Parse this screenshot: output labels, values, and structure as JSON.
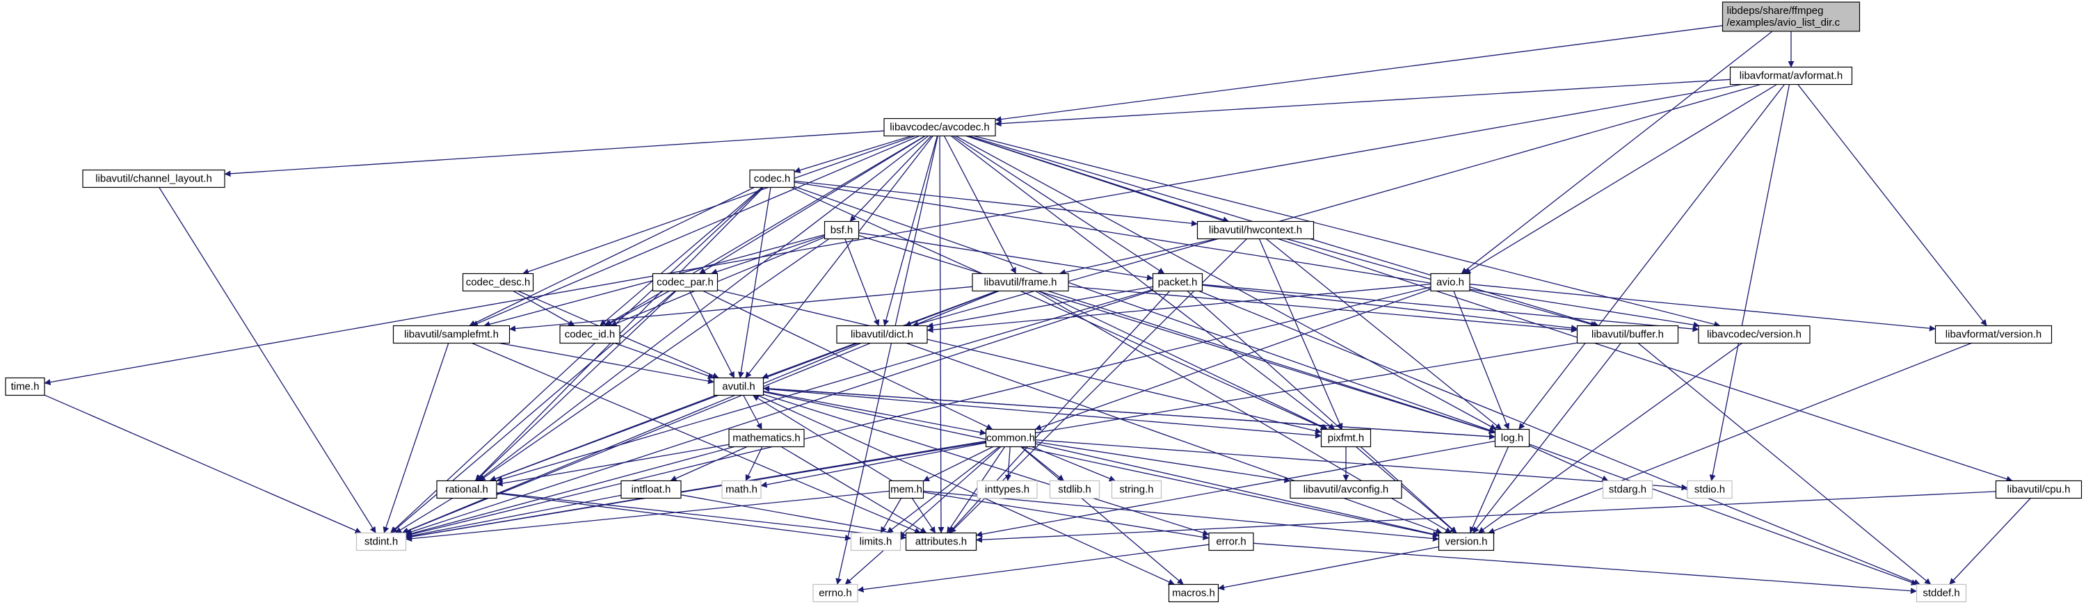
{
  "colors": {
    "edge": "#191970",
    "node_border": "#000000",
    "node_fill": "#ffffff",
    "node_border_system": "#bfbfbf",
    "node_text_system": "#555555",
    "root_fill": "#bfbfbf"
  },
  "graph": {
    "nodes": [
      {
        "id": "root",
        "lines": [
          "libdeps/share/ffmpeg",
          "/examples/avio_list_dir.c"
        ],
        "kind": "root"
      },
      {
        "id": "avformat",
        "lines": [
          "libavformat/avformat.h"
        ],
        "kind": "header"
      },
      {
        "id": "avcodec",
        "lines": [
          "libavcodec/avcodec.h"
        ],
        "kind": "header"
      },
      {
        "id": "time_h",
        "lines": [
          "time.h"
        ],
        "kind": "header"
      },
      {
        "id": "chlayout",
        "lines": [
          "libavutil/channel_layout.h"
        ],
        "kind": "header"
      },
      {
        "id": "codec_h",
        "lines": [
          "codec.h"
        ],
        "kind": "header"
      },
      {
        "id": "bsf_h",
        "lines": [
          "bsf.h"
        ],
        "kind": "header"
      },
      {
        "id": "hwcontext",
        "lines": [
          "libavutil/hwcontext.h"
        ],
        "kind": "header"
      },
      {
        "id": "codec_desc",
        "lines": [
          "codec_desc.h"
        ],
        "kind": "header"
      },
      {
        "id": "codec_par",
        "lines": [
          "codec_par.h"
        ],
        "kind": "header"
      },
      {
        "id": "frame_h",
        "lines": [
          "libavutil/frame.h"
        ],
        "kind": "header"
      },
      {
        "id": "packet_h",
        "lines": [
          "packet.h"
        ],
        "kind": "header"
      },
      {
        "id": "avio_h",
        "lines": [
          "avio.h"
        ],
        "kind": "header"
      },
      {
        "id": "samplefmt",
        "lines": [
          "libavutil/samplefmt.h"
        ],
        "kind": "header"
      },
      {
        "id": "codec_id",
        "lines": [
          "codec_id.h"
        ],
        "kind": "header"
      },
      {
        "id": "dict_h",
        "lines": [
          "libavutil/dict.h"
        ],
        "kind": "header"
      },
      {
        "id": "buffer_h",
        "lines": [
          "libavutil/buffer.h"
        ],
        "kind": "header"
      },
      {
        "id": "lavc_version",
        "lines": [
          "libavcodec/version.h"
        ],
        "kind": "header"
      },
      {
        "id": "lavf_version",
        "lines": [
          "libavformat/version.h"
        ],
        "kind": "header"
      },
      {
        "id": "avutil_h",
        "lines": [
          "avutil.h"
        ],
        "kind": "header"
      },
      {
        "id": "mathematics",
        "lines": [
          "mathematics.h"
        ],
        "kind": "header"
      },
      {
        "id": "common_h",
        "lines": [
          "common.h"
        ],
        "kind": "header"
      },
      {
        "id": "pixfmt_h",
        "lines": [
          "pixfmt.h"
        ],
        "kind": "header"
      },
      {
        "id": "log_h",
        "lines": [
          "log.h"
        ],
        "kind": "header"
      },
      {
        "id": "rational_h",
        "lines": [
          "rational.h"
        ],
        "kind": "header"
      },
      {
        "id": "intfloat",
        "lines": [
          "intfloat.h"
        ],
        "kind": "header"
      },
      {
        "id": "math_h",
        "lines": [
          "math.h"
        ],
        "kind": "system"
      },
      {
        "id": "mem_h",
        "lines": [
          "mem.h"
        ],
        "kind": "header"
      },
      {
        "id": "inttypes",
        "lines": [
          "inttypes.h"
        ],
        "kind": "system"
      },
      {
        "id": "stdlib",
        "lines": [
          "stdlib.h"
        ],
        "kind": "system"
      },
      {
        "id": "string_h",
        "lines": [
          "string.h"
        ],
        "kind": "system"
      },
      {
        "id": "avconfig",
        "lines": [
          "libavutil/avconfig.h"
        ],
        "kind": "header"
      },
      {
        "id": "stdarg",
        "lines": [
          "stdarg.h"
        ],
        "kind": "system"
      },
      {
        "id": "stdio",
        "lines": [
          "stdio.h"
        ],
        "kind": "system"
      },
      {
        "id": "cpu_h",
        "lines": [
          "libavutil/cpu.h"
        ],
        "kind": "header"
      },
      {
        "id": "stdint",
        "lines": [
          "stdint.h"
        ],
        "kind": "system"
      },
      {
        "id": "limits",
        "lines": [
          "limits.h"
        ],
        "kind": "system"
      },
      {
        "id": "attributes",
        "lines": [
          "attributes.h"
        ],
        "kind": "header"
      },
      {
        "id": "error_h",
        "lines": [
          "error.h"
        ],
        "kind": "header"
      },
      {
        "id": "version_h",
        "lines": [
          "version.h"
        ],
        "kind": "header"
      },
      {
        "id": "errno",
        "lines": [
          "errno.h"
        ],
        "kind": "system"
      },
      {
        "id": "macros",
        "lines": [
          "macros.h"
        ],
        "kind": "header"
      },
      {
        "id": "stddef",
        "lines": [
          "stddef.h"
        ],
        "kind": "system"
      }
    ],
    "edges": [
      [
        "root",
        "avformat"
      ],
      [
        "root",
        "avcodec"
      ],
      [
        "root",
        "avio_h"
      ],
      [
        "avformat",
        "avcodec"
      ],
      [
        "avformat",
        "time_h"
      ],
      [
        "avformat",
        "stdio"
      ],
      [
        "avformat",
        "avio_h"
      ],
      [
        "avformat",
        "lavf_version"
      ],
      [
        "avformat",
        "dict_h"
      ],
      [
        "avformat",
        "log_h"
      ],
      [
        "avcodec",
        "errno"
      ],
      [
        "avcodec",
        "chlayout"
      ],
      [
        "avcodec",
        "codec_h"
      ],
      [
        "avcodec",
        "codec_desc"
      ],
      [
        "avcodec",
        "codec_par"
      ],
      [
        "avcodec",
        "bsf_h"
      ],
      [
        "avcodec",
        "frame_h"
      ],
      [
        "avcodec",
        "packet_h"
      ],
      [
        "avcodec",
        "hwcontext"
      ],
      [
        "avcodec",
        "samplefmt"
      ],
      [
        "avcodec",
        "codec_id"
      ],
      [
        "avcodec",
        "dict_h"
      ],
      [
        "avcodec",
        "buffer_h"
      ],
      [
        "avcodec",
        "lavc_version"
      ],
      [
        "avcodec",
        "avutil_h"
      ],
      [
        "avcodec",
        "rational_h"
      ],
      [
        "avcodec",
        "pixfmt_h"
      ],
      [
        "avcodec",
        "log_h"
      ],
      [
        "avcodec",
        "attributes"
      ],
      [
        "avcodec",
        "cpu_h"
      ],
      [
        "time_h",
        "stdint"
      ],
      [
        "chlayout",
        "stdint"
      ],
      [
        "codec_h",
        "stdint"
      ],
      [
        "codec_h",
        "samplefmt"
      ],
      [
        "codec_h",
        "codec_id"
      ],
      [
        "codec_h",
        "avutil_h"
      ],
      [
        "codec_h",
        "hwcontext"
      ],
      [
        "codec_h",
        "log_h"
      ],
      [
        "codec_h",
        "pixfmt_h"
      ],
      [
        "codec_h",
        "rational_h"
      ],
      [
        "codec_h",
        "lavc_version"
      ],
      [
        "bsf_h",
        "samplefmt"
      ],
      [
        "bsf_h",
        "codec_id"
      ],
      [
        "bsf_h",
        "codec_par"
      ],
      [
        "bsf_h",
        "dict_h"
      ],
      [
        "bsf_h",
        "packet_h"
      ],
      [
        "bsf_h",
        "log_h"
      ],
      [
        "bsf_h",
        "rational_h"
      ],
      [
        "hwcontext",
        "frame_h"
      ],
      [
        "hwcontext",
        "buffer_h"
      ],
      [
        "hwcontext",
        "log_h"
      ],
      [
        "hwcontext",
        "pixfmt_h"
      ],
      [
        "hwcontext",
        "attributes"
      ],
      [
        "codec_desc",
        "codec_id"
      ],
      [
        "codec_desc",
        "avutil_h"
      ],
      [
        "codec_par",
        "stdint"
      ],
      [
        "codec_par",
        "codec_id"
      ],
      [
        "codec_par",
        "avutil_h"
      ],
      [
        "codec_par",
        "common_h"
      ],
      [
        "codec_par",
        "rational_h"
      ],
      [
        "codec_par",
        "pixfmt_h"
      ],
      [
        "frame_h",
        "stdint"
      ],
      [
        "frame_h",
        "dict_h"
      ],
      [
        "frame_h",
        "buffer_h"
      ],
      [
        "frame_h",
        "avutil_h"
      ],
      [
        "frame_h",
        "rational_h"
      ],
      [
        "frame_h",
        "pixfmt_h"
      ],
      [
        "frame_h",
        "samplefmt"
      ],
      [
        "frame_h",
        "version_h"
      ],
      [
        "frame_h",
        "log_h"
      ],
      [
        "packet_h",
        "stddef"
      ],
      [
        "packet_h",
        "stdint"
      ],
      [
        "packet_h",
        "dict_h"
      ],
      [
        "packet_h",
        "buffer_h"
      ],
      [
        "packet_h",
        "attributes"
      ],
      [
        "packet_h",
        "rational_h"
      ],
      [
        "packet_h",
        "lavc_version"
      ],
      [
        "packet_h",
        "version_h"
      ],
      [
        "avio_h",
        "stdint"
      ],
      [
        "avio_h",
        "common_h"
      ],
      [
        "avio_h",
        "dict_h"
      ],
      [
        "avio_h",
        "log_h"
      ],
      [
        "avio_h",
        "lavf_version"
      ],
      [
        "samplefmt",
        "stdint"
      ],
      [
        "samplefmt",
        "avutil_h"
      ],
      [
        "samplefmt",
        "attributes"
      ],
      [
        "codec_id",
        "avutil_h"
      ],
      [
        "dict_h",
        "stdint"
      ],
      [
        "dict_h",
        "version_h"
      ],
      [
        "buffer_h",
        "stddef"
      ],
      [
        "buffer_h",
        "stdint"
      ],
      [
        "buffer_h",
        "version_h"
      ],
      [
        "lavc_version",
        "version_h"
      ],
      [
        "lavf_version",
        "version_h"
      ],
      [
        "avutil_h",
        "mathematics"
      ],
      [
        "avutil_h",
        "common_h"
      ],
      [
        "avutil_h",
        "error_h"
      ],
      [
        "avutil_h",
        "rational_h"
      ],
      [
        "avutil_h",
        "version_h"
      ],
      [
        "avutil_h",
        "macros"
      ],
      [
        "avutil_h",
        "log_h"
      ],
      [
        "avutil_h",
        "pixfmt_h"
      ],
      [
        "mathematics",
        "stdint"
      ],
      [
        "mathematics",
        "math_h"
      ],
      [
        "mathematics",
        "attributes"
      ],
      [
        "mathematics",
        "rational_h"
      ],
      [
        "mathematics",
        "intfloat"
      ],
      [
        "common_h",
        "errno"
      ],
      [
        "common_h",
        "inttypes"
      ],
      [
        "common_h",
        "limits"
      ],
      [
        "common_h",
        "math_h"
      ],
      [
        "common_h",
        "stdint"
      ],
      [
        "common_h",
        "stdio"
      ],
      [
        "common_h",
        "stdlib"
      ],
      [
        "common_h",
        "string_h"
      ],
      [
        "common_h",
        "attributes"
      ],
      [
        "common_h",
        "macros"
      ],
      [
        "common_h",
        "version_h"
      ],
      [
        "common_h",
        "avconfig"
      ],
      [
        "common_h",
        "mem_h"
      ],
      [
        "pixfmt_h",
        "avconfig"
      ],
      [
        "pixfmt_h",
        "version_h"
      ],
      [
        "log_h",
        "stdarg"
      ],
      [
        "log_h",
        "attributes"
      ],
      [
        "log_h",
        "version_h"
      ],
      [
        "log_h",
        "avutil_h"
      ],
      [
        "log_h",
        "stddef"
      ],
      [
        "rational_h",
        "stdint"
      ],
      [
        "rational_h",
        "limits"
      ],
      [
        "rational_h",
        "attributes"
      ],
      [
        "intfloat",
        "stdint"
      ],
      [
        "intfloat",
        "attributes"
      ],
      [
        "mem_h",
        "limits"
      ],
      [
        "mem_h",
        "stdint"
      ],
      [
        "mem_h",
        "attributes"
      ],
      [
        "mem_h",
        "error_h"
      ],
      [
        "mem_h",
        "avutil_h"
      ],
      [
        "mem_h",
        "version_h"
      ],
      [
        "cpu_h",
        "attributes"
      ],
      [
        "cpu_h",
        "stddef"
      ],
      [
        "error_h",
        "errno"
      ],
      [
        "error_h",
        "stddef"
      ],
      [
        "version_h",
        "macros"
      ]
    ]
  }
}
